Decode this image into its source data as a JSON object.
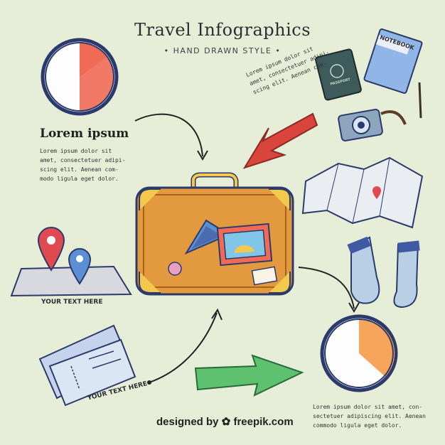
{
  "header": {
    "title": "Travel Infographics",
    "subtitle": "• HAND DRAWN STYLE •"
  },
  "left_block": {
    "heading": "Lorem ipsum",
    "text": "Lorem  ipsum  dolor  sit\namet, consectetuer adipi-\nscing elit. Aenean com-\nmodo ligula eget dolor."
  },
  "rotated_text": "Lorem  ipsum  dolor  sit\namet, consectetuer adipi-\nscing elit. Aenean com-",
  "labels": {
    "map_pins": "YOUR TEXT HERE",
    "tickets": "YOUR TEXT HERE"
  },
  "bottom_right_text": "Lorem ipsum dolor sit amet, con-\nsectetuer adipiscing elit. Aenean\ncommodo ligula eget dolor.",
  "notebook_label": "NOTEBOOK",
  "passport_label": "PASSPORT",
  "footer": {
    "designed_by": "designed by",
    "brand": "freepik.com"
  },
  "colors": {
    "background": "#e6eed8",
    "suitcase": "#e39a3e",
    "clock_hand_fill": "#f06a55",
    "clock2_fill": "#f7a55a",
    "arrow_red": "#d9453c",
    "arrow_green": "#5ec16f",
    "outline": "#2c3a6b"
  },
  "icons": [
    "clock-icon",
    "map-pin-icon",
    "tickets-icon",
    "suitcase-icon",
    "passport-icon",
    "notebook-icon",
    "camera-icon",
    "map-icon",
    "socks-icon",
    "arrow-icon"
  ]
}
